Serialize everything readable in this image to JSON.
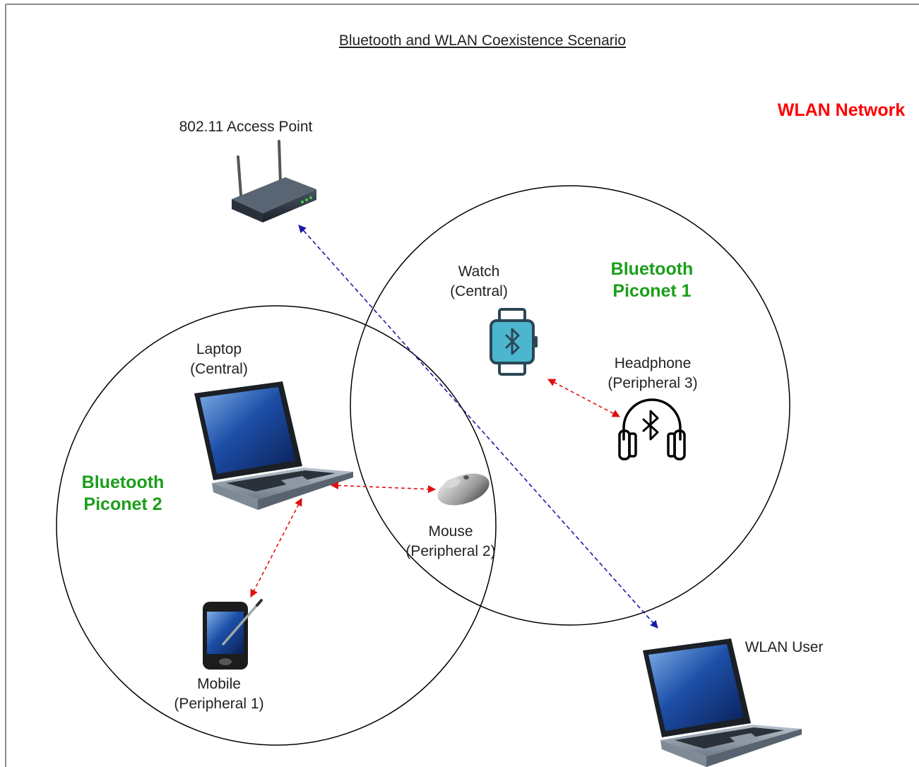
{
  "title": "Bluetooth and WLAN Coexistence Scenario",
  "network_label": "WLAN Network",
  "piconet1": {
    "line1": "Bluetooth",
    "line2": "Piconet 1"
  },
  "piconet2": {
    "line1": "Bluetooth",
    "line2": "Piconet 2"
  },
  "access_point": {
    "label": "802.11 Access Point"
  },
  "watch": {
    "line1": "Watch",
    "line2": "(Central)"
  },
  "headphone": {
    "line1": "Headphone",
    "line2": "(Peripheral 3)"
  },
  "laptop": {
    "line1": "Laptop",
    "line2": "(Central)"
  },
  "mouse": {
    "line1": "Mouse",
    "line2": "(Peripheral 2)"
  },
  "mobile": {
    "line1": "Mobile",
    "line2": "(Peripheral 1)"
  },
  "wlan_user": {
    "label": "WLAN User"
  },
  "colors": {
    "network": "#ff0000",
    "piconet": "#1a9e1a",
    "bluetooth_link": "#dd1111",
    "wlan_link": "#1a1aa8",
    "watch_accent": "#4cb6cf"
  }
}
